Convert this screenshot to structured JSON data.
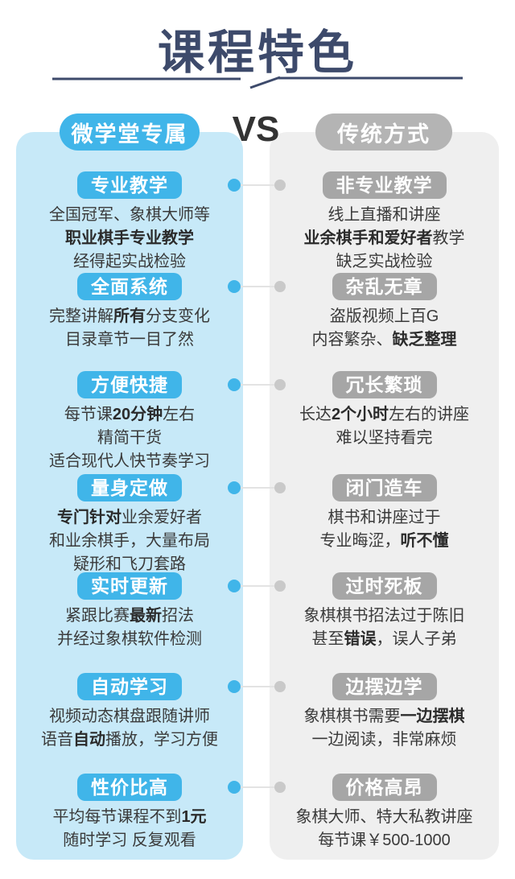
{
  "title": "课程特色",
  "vs_label": "VS",
  "columns": {
    "left_header": "微学堂专属",
    "right_header": "传统方式"
  },
  "colors": {
    "navy": "#3d4a6b",
    "blue": "#40b5e9",
    "panel_blue": "#c7e9f8",
    "gray_pill": "#b4b4b4",
    "gray_badge": "#a6a6a6",
    "panel_gray": "#efefef",
    "text": "#3a3a3a",
    "line": "#e3e3e3",
    "dot_gray": "#c9c9c9",
    "vs": "#333333"
  },
  "rows": [
    {
      "left": {
        "badge": "专业教学",
        "lines": [
          [
            {
              "t": "全国冠军、象棋大师等"
            }
          ],
          [
            {
              "t": "职业棋手专业教学",
              "b": true
            }
          ],
          [
            {
              "t": "经得起实战检验"
            }
          ]
        ]
      },
      "right": {
        "badge": "非专业教学",
        "lines": [
          [
            {
              "t": "线上直播和讲座"
            }
          ],
          [
            {
              "t": "业余棋手和爱好者",
              "b": true
            },
            {
              "t": "教学"
            }
          ],
          [
            {
              "t": "缺乏实战检验"
            }
          ]
        ]
      }
    },
    {
      "left": {
        "badge": "全面系统",
        "lines": [
          [
            {
              "t": "完整讲解"
            },
            {
              "t": "所有",
              "b": true
            },
            {
              "t": "分支变化"
            }
          ],
          [
            {
              "t": "目录章节一目了然"
            }
          ]
        ]
      },
      "right": {
        "badge": "杂乱无章",
        "lines": [
          [
            {
              "t": "盗版视频上百G"
            }
          ],
          [
            {
              "t": "内容繁杂、"
            },
            {
              "t": "缺乏整理",
              "b": true
            }
          ]
        ]
      }
    },
    {
      "left": {
        "badge": "方便快捷",
        "lines": [
          [
            {
              "t": "每节课"
            },
            {
              "t": "20分钟",
              "b": true
            },
            {
              "t": "左右"
            }
          ],
          [
            {
              "t": "精简干货"
            }
          ],
          [
            {
              "t": "适合现代人快节奏学习"
            }
          ]
        ]
      },
      "right": {
        "badge": "冗长繁琐",
        "lines": [
          [
            {
              "t": "长达"
            },
            {
              "t": "2个小时",
              "b": true
            },
            {
              "t": "左右的讲座"
            }
          ],
          [
            {
              "t": "难以坚持看完"
            }
          ]
        ]
      }
    },
    {
      "left": {
        "badge": "量身定做",
        "lines": [
          [
            {
              "t": "专门针对",
              "b": true
            },
            {
              "t": "业余爱好者"
            }
          ],
          [
            {
              "t": "和业余棋手，大量布局"
            }
          ],
          [
            {
              "t": "疑形和飞刀套路"
            }
          ]
        ]
      },
      "right": {
        "badge": "闭门造车",
        "lines": [
          [
            {
              "t": "棋书和讲座过于"
            }
          ],
          [
            {
              "t": "专业晦涩，"
            },
            {
              "t": "听不懂",
              "b": true
            }
          ]
        ]
      }
    },
    {
      "left": {
        "badge": "实时更新",
        "lines": [
          [
            {
              "t": "紧跟比赛"
            },
            {
              "t": "最新",
              "b": true
            },
            {
              "t": "招法"
            }
          ],
          [
            {
              "t": "并经过象棋软件检测"
            }
          ]
        ]
      },
      "right": {
        "badge": "过时死板",
        "lines": [
          [
            {
              "t": "象棋棋书招法过于陈旧"
            }
          ],
          [
            {
              "t": "甚至"
            },
            {
              "t": "错误",
              "b": true
            },
            {
              "t": "，误人子弟"
            }
          ]
        ]
      }
    },
    {
      "left": {
        "badge": "自动学习",
        "lines": [
          [
            {
              "t": "视频动态棋盘跟随讲师"
            }
          ],
          [
            {
              "t": "语音"
            },
            {
              "t": "自动",
              "b": true
            },
            {
              "t": "播放，学习方便"
            }
          ]
        ]
      },
      "right": {
        "badge": "边摆边学",
        "lines": [
          [
            {
              "t": "象棋棋书需要"
            },
            {
              "t": "一边摆棋",
              "b": true
            }
          ],
          [
            {
              "t": "一边阅读，非常麻烦"
            }
          ]
        ]
      }
    },
    {
      "left": {
        "badge": "性价比高",
        "lines": [
          [
            {
              "t": "平均每节课程不到"
            },
            {
              "t": "1元",
              "b": true
            }
          ],
          [
            {
              "t": "随时学习 反复观看"
            }
          ]
        ]
      },
      "right": {
        "badge": "价格高昂",
        "lines": [
          [
            {
              "t": "象棋大师、特大私教讲座"
            }
          ],
          [
            {
              "t": "每节课￥500-1000"
            }
          ]
        ]
      }
    }
  ]
}
